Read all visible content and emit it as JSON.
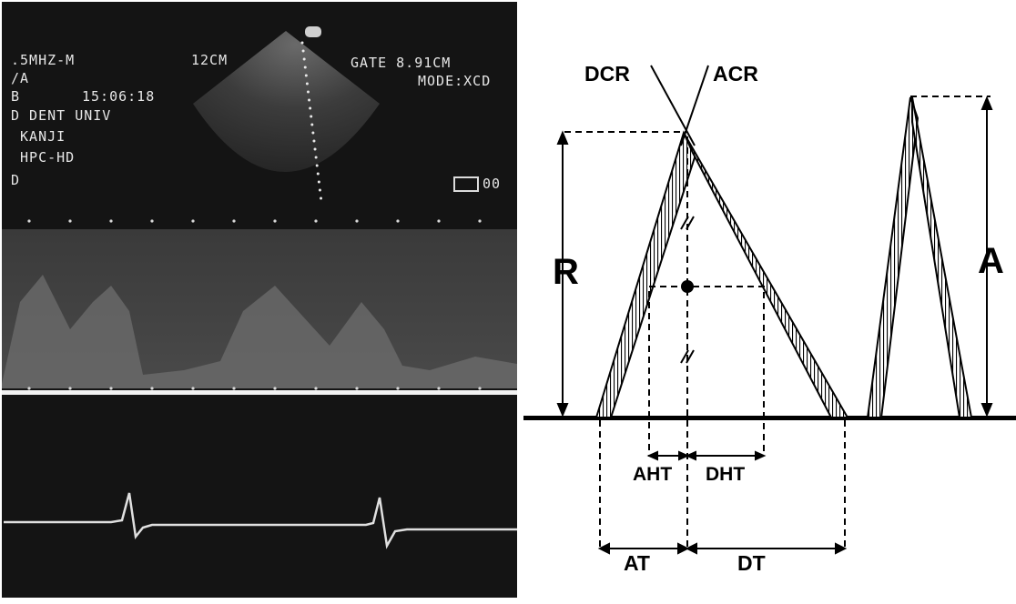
{
  "echo_screen": {
    "text_top_left": [
      ".5MHZ-M",
      "/A",
      "B",
      "D DENT UNIV",
      " KANJI",
      " HPC-HD",
      "D"
    ],
    "depth": "12CM",
    "time": "15:06:18",
    "gate": "GATE 8.91CM",
    "mode": "MODE:XCD",
    "indicator": "00",
    "colors": {
      "background": "#141414",
      "text": "#e6e6e6",
      "baseline": "#f2f2f2"
    }
  },
  "diagram": {
    "labels": {
      "dcr": "DCR",
      "acr": "ACR",
      "r": "R",
      "a": "A",
      "aht": "AHT",
      "dht": "DHT",
      "at": "AT",
      "dt": "DT"
    }
  }
}
